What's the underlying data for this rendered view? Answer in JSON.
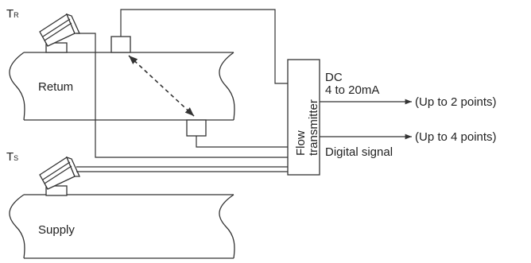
{
  "colors": {
    "line": "#333333",
    "background": "#ffffff"
  },
  "labels": {
    "return_sensor_letter": "T",
    "return_sensor_sub": "R",
    "supply_sensor_letter": "T",
    "supply_sensor_sub": "S",
    "return_pipe": "Retum",
    "supply_pipe": "Supply",
    "transmitter_line1": "Flow",
    "transmitter_line2": "transmitter",
    "dc_line1": "DC",
    "dc_line2": "4 to 20mA",
    "digital": "Digital signal",
    "output_analog": "(Up to 2 points)",
    "output_digital": "(Up to 4 points)"
  }
}
